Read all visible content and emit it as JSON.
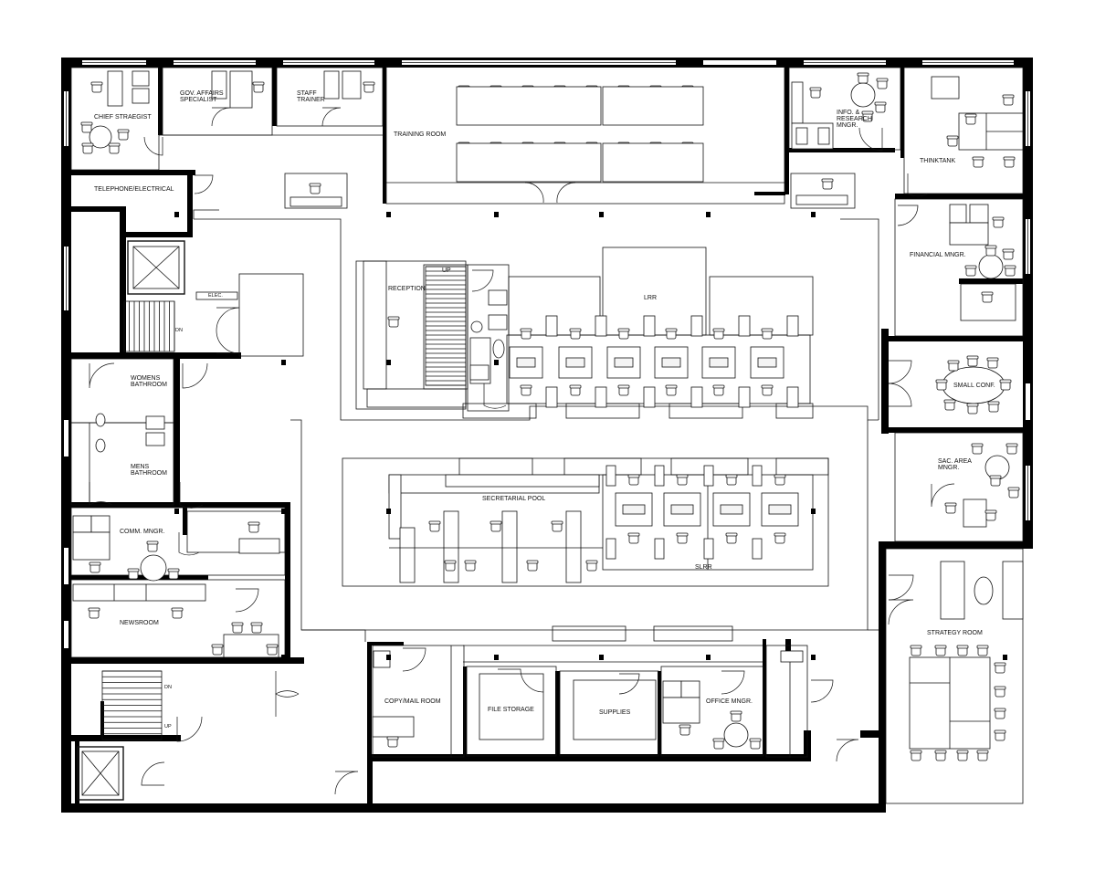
{
  "plan": {
    "rooms": {
      "chief": "CHIEF STRAEGIST",
      "gov1": "GOV. AFFAIRS",
      "gov2": "SPECIALIST",
      "staff1": "STAFF",
      "staff2": "TRAINER",
      "training": "TRAINING ROOM",
      "info1": "INFO. &",
      "info2": "RESEARCH",
      "info3": "MNGR.",
      "think": "THINKTANK",
      "tele": "TELEPHONE/ELECTRICAL",
      "fin": "FINANCIAL MNGR.",
      "reception": "RECEPTION",
      "up": "UP",
      "lrr": "LRR",
      "elec": "ELEC.",
      "dn": "DN",
      "womens1": "WOMENS",
      "womens2": "BATHROOM",
      "small": "SMALL CONF.",
      "mens1": "MENS",
      "mens2": "BATHROOM",
      "sac1": "SAC. AREA",
      "sac2": "MNGR.",
      "secretarial": "SECRETARIAL POOL",
      "comm": "COMM. MNGR.",
      "slrr": "SLRR",
      "newsroom": "NEWSROOM",
      "strategy": "STRATEGY ROOM",
      "dn2": "DN",
      "up2": "UP",
      "copy": "COPY/MAIL ROOM",
      "file": "FILE STORAGE",
      "supplies": "SUPPLIES",
      "office": "OFFICE MNGR."
    }
  }
}
